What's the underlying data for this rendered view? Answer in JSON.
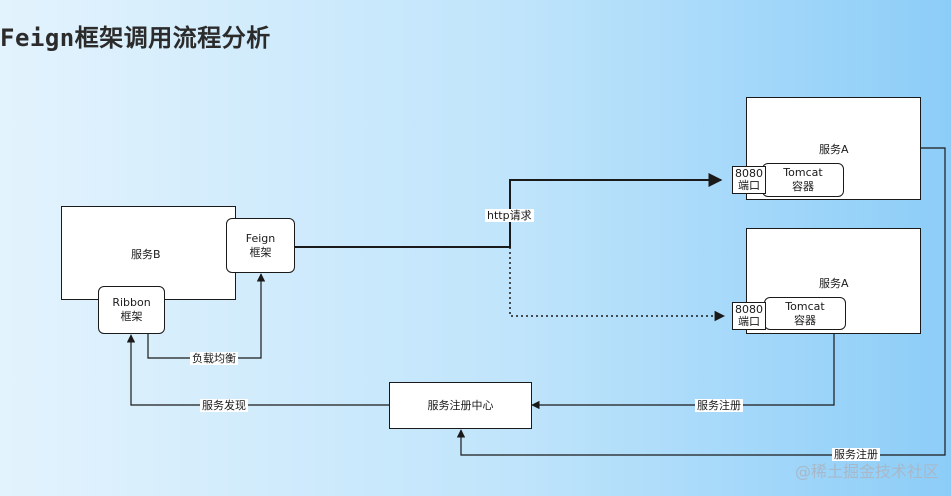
{
  "title": "Feign框架调用流程分析",
  "nodes": {
    "service_b": "服务B",
    "feign_line1": "Feign",
    "feign_line2": "框架",
    "ribbon_line1": "Ribbon",
    "ribbon_line2": "框架",
    "service_a_top": "服务A",
    "service_a_bottom": "服务A",
    "port_top_line1": "8080",
    "port_top_line2": "端口",
    "tomcat_top_line1": "Tomcat",
    "tomcat_top_line2": "容器",
    "port_bottom_line1": "8080",
    "port_bottom_line2": "端口",
    "tomcat_bottom_line1": "Tomcat",
    "tomcat_bottom_line2": "容器",
    "registry": "服务注册中心"
  },
  "edges": {
    "http_request": "http请求",
    "load_balance": "负载均衡",
    "service_discovery": "服务发现",
    "register_1": "服务注册",
    "register_2": "服务注册"
  },
  "watermark": "@稀土掘金技术社区"
}
